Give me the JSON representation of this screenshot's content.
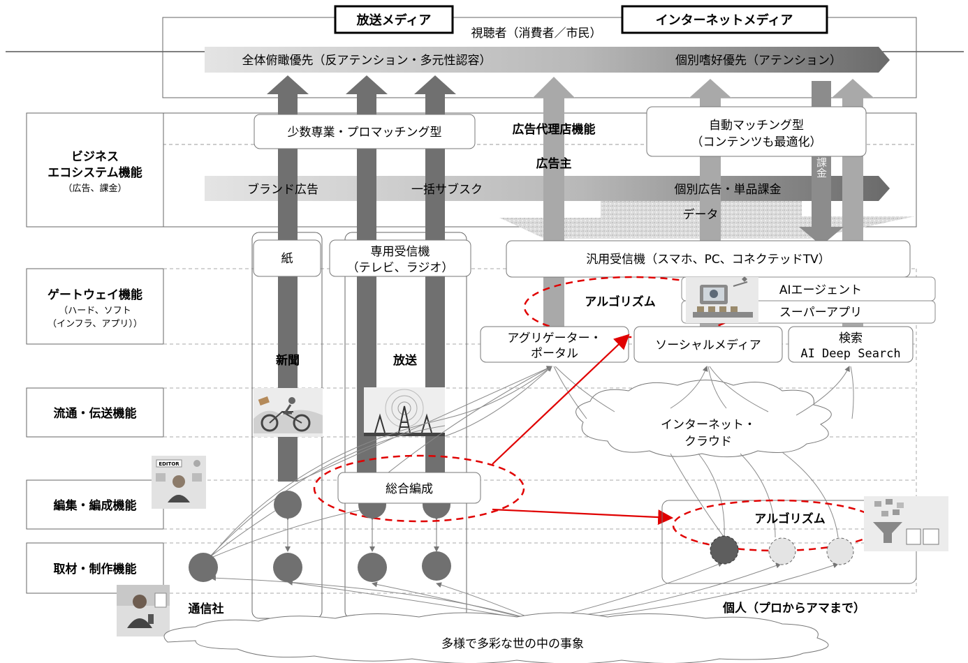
{
  "media": {
    "broadcast": "放送メディア",
    "internet": "インターネットメディア"
  },
  "audience": "視聴者（消費者／市民）",
  "attention": {
    "left": "全体俯瞰優先（反アテンション・多元性認容）",
    "right": "個別嗜好優先（アテンション）"
  },
  "rows": {
    "business": {
      "line1": "ビジネス",
      "line2": "エコシステム機能",
      "sub": "（広告、課金）"
    },
    "gateway": {
      "line1": "ゲートウェイ機能",
      "sub1": "（ハード、ソフト",
      "sub2": "（インフラ、アプリ））"
    },
    "distribution": "流通・伝送機能",
    "editing": "編集・編成機能",
    "production": "取材・制作機能"
  },
  "business": {
    "matching_left": "少数専業・プロマッチング型",
    "agency": "広告代理店機能",
    "matching_right_1": "自動マッチング型",
    "matching_right_2": "（コンテンツも最適化）",
    "advertiser": "広告主",
    "ad_brand": "ブランド広告",
    "ad_sub": "一括サブスク",
    "ad_individual": "個別広告・単品課金",
    "data": "データ",
    "billing": "課金"
  },
  "gateway": {
    "paper": "紙",
    "receiver_1": "専用受信機",
    "receiver_2": "（テレビ、ラジオ）",
    "general_receiver": "汎用受信機（スマホ、PC、コネクテッドTV）",
    "algorithm": "アルゴリズム",
    "ai_agent": "AIエージェント",
    "super_app": "スーパーアプリ"
  },
  "platforms": {
    "aggregator_1": "アグリゲーター・",
    "aggregator_2": "ポータル",
    "social": "ソーシャルメディア",
    "search_1": "検索",
    "search_2": "AI Deep Search"
  },
  "channels": {
    "newspaper": "新聞",
    "broadcast": "放送"
  },
  "network": {
    "line1": "インターネット・",
    "line2": "クラウド"
  },
  "editing": {
    "general": "総合編成",
    "algorithm": "アルゴリズム"
  },
  "sources": {
    "news_agency": "通信社",
    "individual": "個人（プロからアマまで）",
    "events": "多様で多彩な世の中の事象"
  },
  "icons": {
    "editor_label": "EDITOR",
    "editor_picture": "editor-illustration-icon",
    "reporter_picture": "reporter-illustration-icon",
    "courier_picture": "bicycle-courier-icon",
    "tower_picture": "broadcast-tower-icon",
    "ai_picture": "ai-robot-icon",
    "funnel_picture": "data-funnel-icon"
  },
  "colors": {
    "dark_arrow": "#6e6e6e",
    "light_arrow": "#a8a8a8",
    "accent_red": "#e00000",
    "frame": "#555555"
  }
}
